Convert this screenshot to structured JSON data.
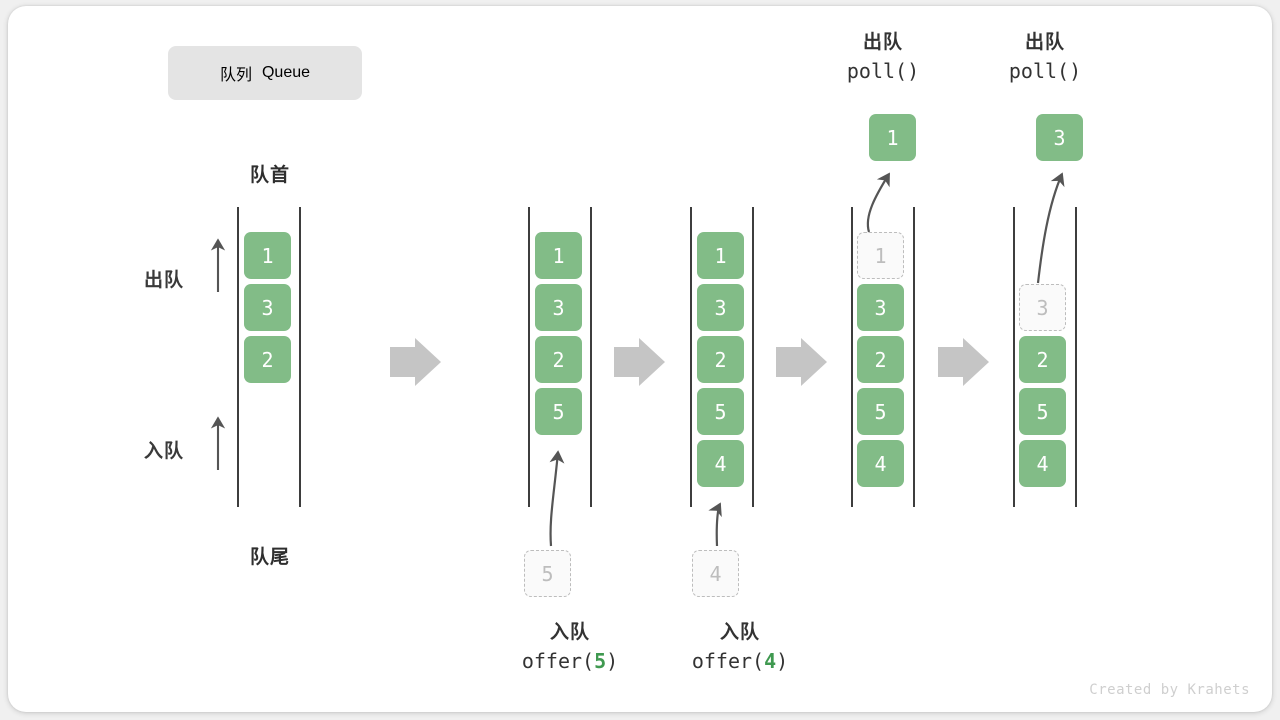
{
  "title": {
    "cn": "队列",
    "en": "Queue"
  },
  "labels": {
    "head": "队首",
    "tail": "队尾",
    "dequeue": "出队",
    "enqueue": "入队"
  },
  "colors": {
    "cell_fill": "#82bc87",
    "cell_text": "#ffffff",
    "ghost_border": "#bdbdbd",
    "ghost_text": "#bdbdbd",
    "rail": "#3d3d3d",
    "block_arrow": "#c5c5c5",
    "accent_green": "#3f9950",
    "badge_bg": "#e4e4e4"
  },
  "columns": [
    {
      "name": "initial-queue",
      "cells": [
        {
          "value": "1",
          "state": "filled"
        },
        {
          "value": "3",
          "state": "filled"
        },
        {
          "value": "2",
          "state": "filled"
        }
      ]
    },
    {
      "name": "after-offer-5",
      "cells": [
        {
          "value": "1",
          "state": "filled"
        },
        {
          "value": "3",
          "state": "filled"
        },
        {
          "value": "2",
          "state": "filled"
        },
        {
          "value": "5",
          "state": "filled"
        }
      ]
    },
    {
      "name": "after-offer-4",
      "cells": [
        {
          "value": "1",
          "state": "filled"
        },
        {
          "value": "3",
          "state": "filled"
        },
        {
          "value": "2",
          "state": "filled"
        },
        {
          "value": "5",
          "state": "filled"
        },
        {
          "value": "4",
          "state": "filled"
        }
      ]
    },
    {
      "name": "after-poll-1",
      "cells": [
        {
          "value": "1",
          "state": "ghost"
        },
        {
          "value": "3",
          "state": "filled"
        },
        {
          "value": "2",
          "state": "filled"
        },
        {
          "value": "5",
          "state": "filled"
        },
        {
          "value": "4",
          "state": "filled"
        }
      ]
    },
    {
      "name": "after-poll-3",
      "cells": [
        {
          "value": "",
          "state": "empty"
        },
        {
          "value": "3",
          "state": "ghost"
        },
        {
          "value": "2",
          "state": "filled"
        },
        {
          "value": "5",
          "state": "filled"
        },
        {
          "value": "4",
          "state": "filled"
        }
      ]
    }
  ],
  "operations": {
    "offer_5": {
      "cn": "入队",
      "code_prefix": "offer(",
      "code_value": "5",
      "code_suffix": ")",
      "pending_value": "5"
    },
    "offer_4": {
      "cn": "入队",
      "code_prefix": "offer(",
      "code_value": "4",
      "code_suffix": ")",
      "pending_value": "4"
    },
    "poll_1": {
      "cn": "出队",
      "code": "poll()",
      "popped_value": "1"
    },
    "poll_3": {
      "cn": "出队",
      "code": "poll()",
      "popped_value": "3"
    }
  },
  "credit": "Created by Krahets"
}
